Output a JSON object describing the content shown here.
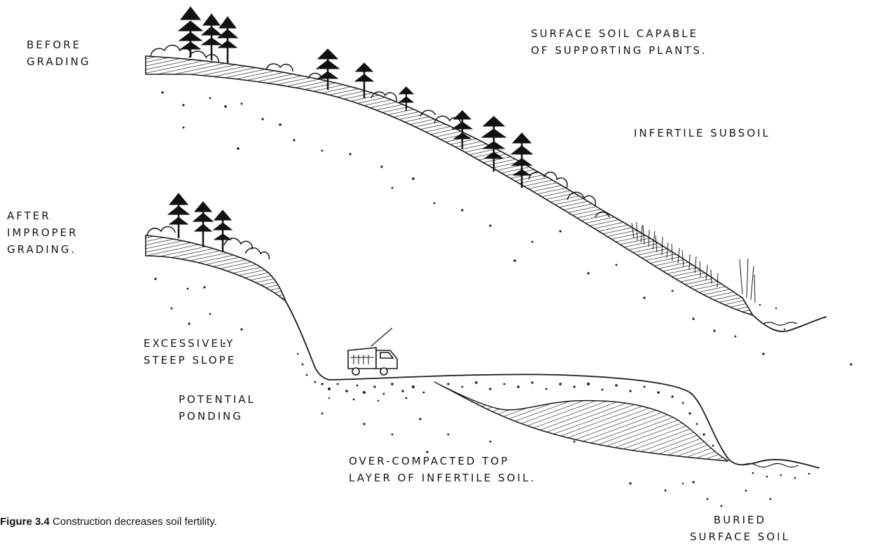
{
  "labels": {
    "before_grading": [
      "BEFORE",
      "GRADING"
    ],
    "surface_soil": [
      "SURFACE SOIL CAPABLE",
      "OF SUPPORTING PLANTS."
    ],
    "infertile_subsoil": "INFERTILE SUBSOIL",
    "after_improper_grading": [
      "AFTER",
      "IMPROPER",
      "GRADING."
    ],
    "excessively_steep": [
      "EXCESSIVELY",
      "STEEP SLOPE"
    ],
    "potential_ponding": [
      "POTENTIAL",
      "PONDING"
    ],
    "over_compacted": [
      "OVER-COMPACTED TOP",
      "LAYER OF INFERTILE SOIL."
    ],
    "buried_surface_soil": [
      "BURIED",
      "SURFACE SOIL"
    ]
  },
  "caption": {
    "number": "Figure 3.4",
    "text": "Construction decreases soil fertility."
  },
  "colors": {
    "ink": "#161616"
  }
}
